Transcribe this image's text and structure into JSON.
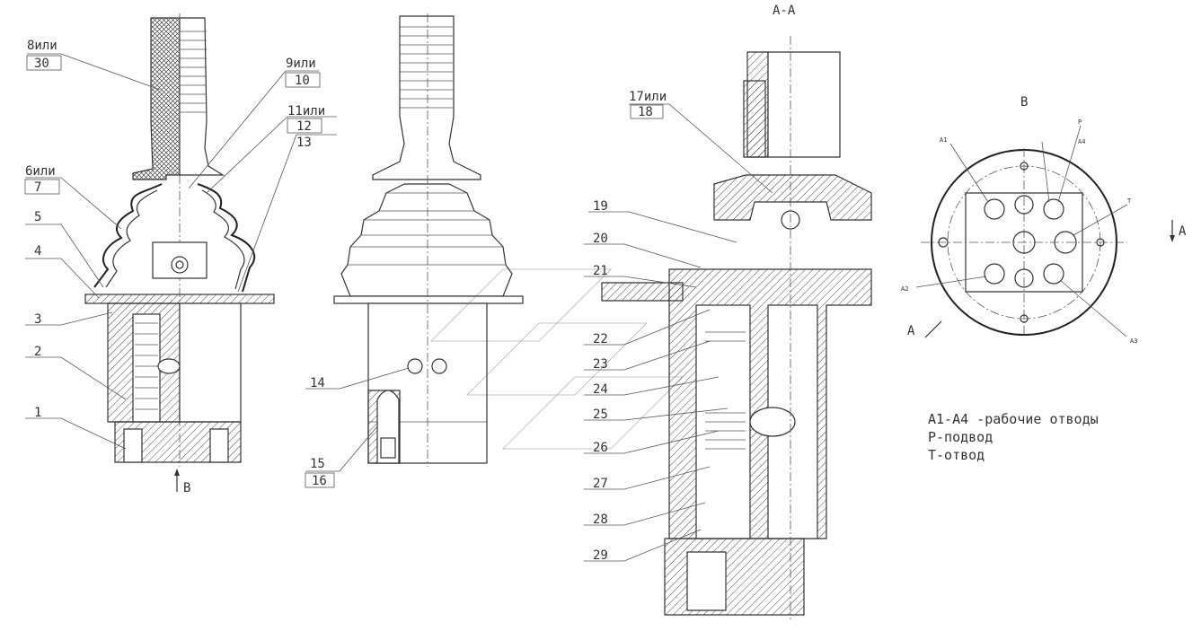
{
  "views": {
    "section_title": "A-A",
    "view_b_title": "B",
    "arrow_a": "A",
    "arrow_b": "B"
  },
  "callouts": [
    {
      "id": "c8",
      "text": "8или"
    },
    {
      "id": "c30",
      "text": "30"
    },
    {
      "id": "c9",
      "text": "9или"
    },
    {
      "id": "c10",
      "text": "10"
    },
    {
      "id": "c11",
      "text": "11или"
    },
    {
      "id": "c12",
      "text": "12"
    },
    {
      "id": "c13",
      "text": "13"
    },
    {
      "id": "c6",
      "text": "6или"
    },
    {
      "id": "c7",
      "text": "7"
    },
    {
      "id": "c5",
      "text": "5"
    },
    {
      "id": "c4",
      "text": "4"
    },
    {
      "id": "c3",
      "text": "3"
    },
    {
      "id": "c2",
      "text": "2"
    },
    {
      "id": "c1",
      "text": "1"
    },
    {
      "id": "c14",
      "text": "14"
    },
    {
      "id": "c15",
      "text": "15"
    },
    {
      "id": "c16",
      "text": "16"
    },
    {
      "id": "c17",
      "text": "17или"
    },
    {
      "id": "c18",
      "text": "18"
    },
    {
      "id": "c19",
      "text": "19"
    },
    {
      "id": "c20",
      "text": "20"
    },
    {
      "id": "c21",
      "text": "21"
    },
    {
      "id": "c22",
      "text": "22"
    },
    {
      "id": "c23",
      "text": "23"
    },
    {
      "id": "c24",
      "text": "24"
    },
    {
      "id": "c25",
      "text": "25"
    },
    {
      "id": "c26",
      "text": "26"
    },
    {
      "id": "c27",
      "text": "27"
    },
    {
      "id": "c28",
      "text": "28"
    },
    {
      "id": "c29",
      "text": "29"
    }
  ],
  "ports": {
    "a1": "A1",
    "a2": "A2",
    "a3": "A3",
    "a4": "A4",
    "p": "P",
    "t": "T"
  },
  "legend": {
    "line1": "A1-A4 -рабочие отводы",
    "line2": "P-подвод",
    "line3": "T-отвод"
  }
}
